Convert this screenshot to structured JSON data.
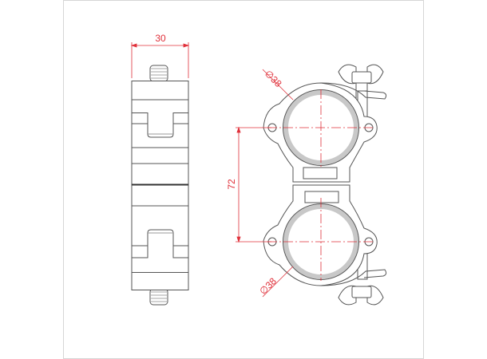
{
  "drawing": {
    "side_view": {
      "width_dimension": "30"
    },
    "front_view": {
      "center_distance": "72",
      "top_tube_diameter": "∅38",
      "bottom_tube_diameter": "∅38"
    }
  },
  "colors": {
    "outline": "#4a4a4a",
    "dimension": "#e0303a",
    "tube": "#c8c8c8",
    "frame": "#cfcfcf"
  }
}
